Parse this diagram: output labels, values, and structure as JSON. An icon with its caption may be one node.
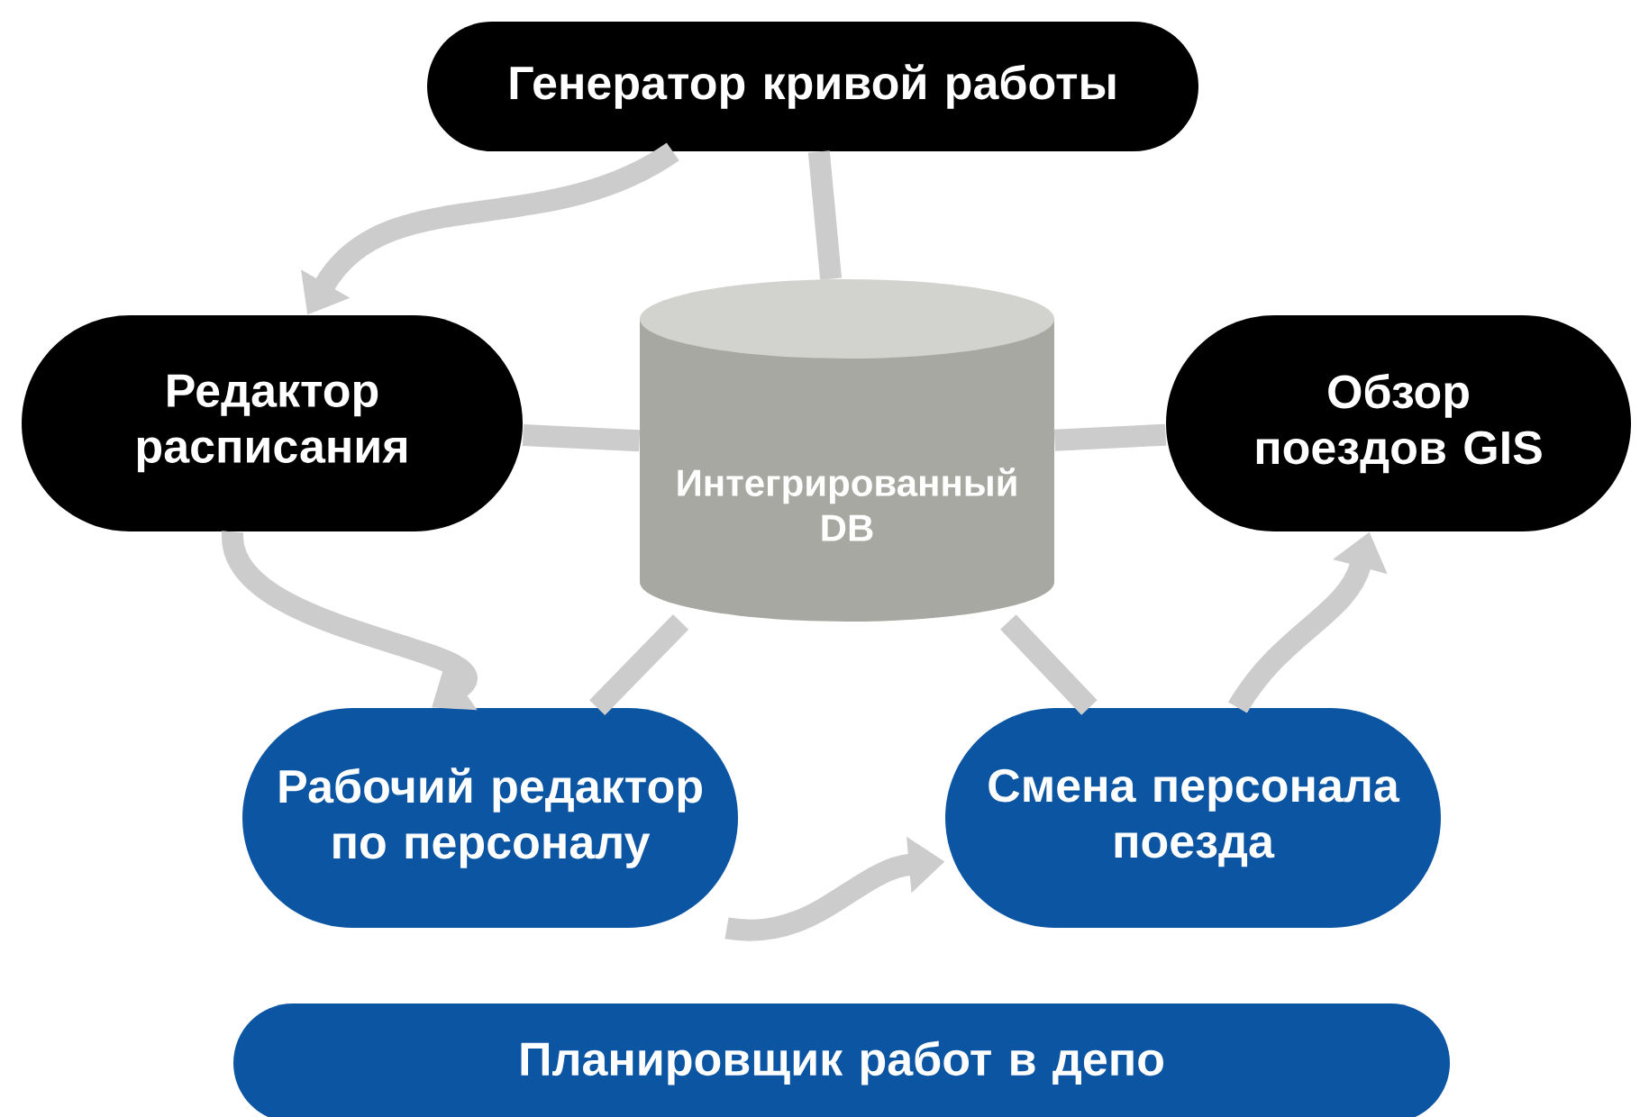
{
  "diagram": {
    "nodes": [
      {
        "text": [
          "Генератор кривой работы"
        ]
      },
      {
        "text": [
          "Редактор расписания"
        ]
      },
      {
        "text": [
          "Интегрированный DB"
        ]
      },
      {
        "text": [
          "Обзор поездов GIS"
        ]
      },
      {
        "text": [
          "Рабочий редактор по персоналу"
        ]
      },
      {
        "text": [
          "Смена персонала поезда"
        ]
      },
      {
        "text": [
          "Планировщик работ в депо"
        ]
      }
    ],
    "edges": [
      {
        "from": 2,
        "to": 0,
        "arrow": "none"
      },
      {
        "from": 2,
        "to": 1,
        "arrow": "none"
      },
      {
        "from": 2,
        "to": 3,
        "arrow": "none"
      },
      {
        "from": 2,
        "to": 4,
        "arrow": "none"
      },
      {
        "from": 2,
        "to": 5,
        "arrow": "none"
      },
      {
        "from": 0,
        "to": 1,
        "arrow": "to"
      },
      {
        "from": 1,
        "to": 4,
        "arrow": "to"
      },
      {
        "from": 4,
        "to": 5,
        "arrow": "to"
      },
      {
        "from": 5,
        "to": 3,
        "arrow": "to"
      }
    ]
  }
}
